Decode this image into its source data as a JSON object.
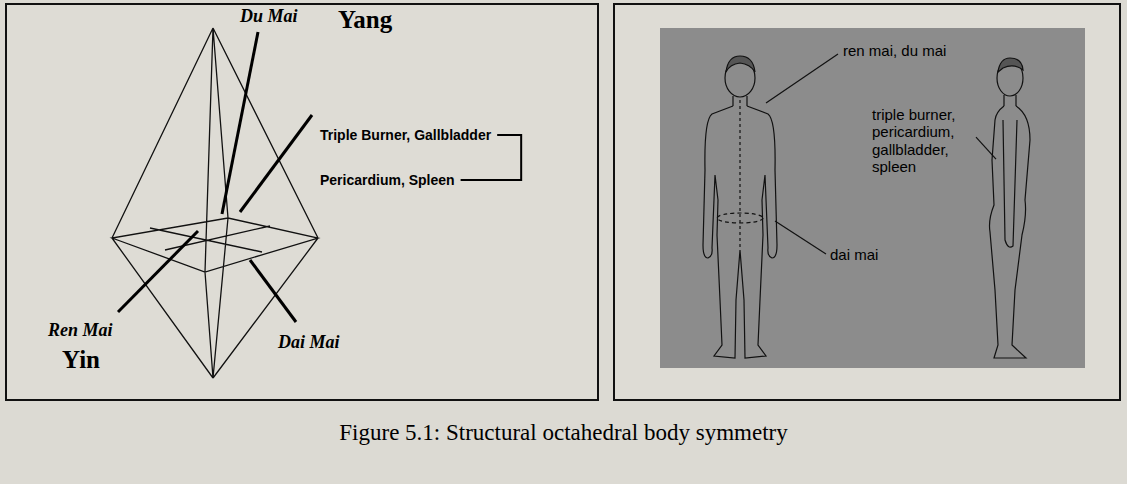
{
  "diagram": {
    "caption": "Figure 5.1: Structural octahedral body symmetry",
    "labels": [
      "Du Mai",
      "Yang",
      "Triple Burner, Gallbladder",
      "Pericardium, Spleen",
      "Ren Mai",
      "Dai Mai",
      "Yin",
      "ren mai, du mai",
      "triple burner, pericardium, gallbladder, spleen",
      "dai mai"
    ]
  }
}
